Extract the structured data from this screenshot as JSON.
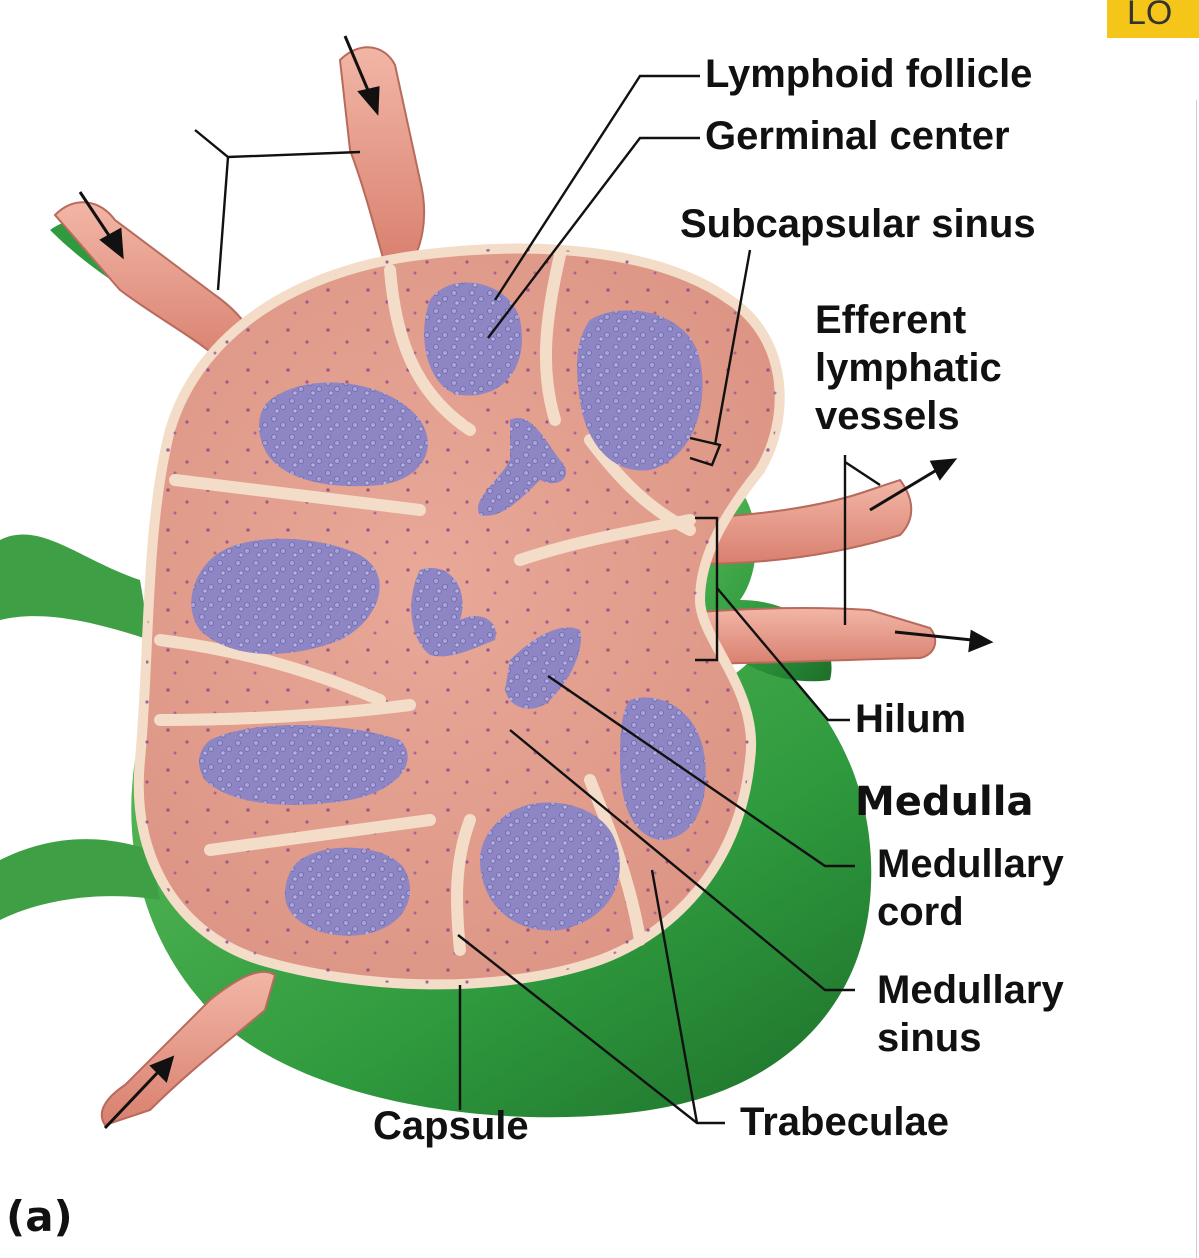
{
  "corner_tag": "LO",
  "panel_tag": "(a)",
  "labels": {
    "lymphoid_follicle": "Lymphoid follicle",
    "germinal_center": "Germinal center",
    "subcapsular_sinus": "Subcapsular sinus",
    "efferent_lymphatic_vessels": "Efferent lymphatic vessels",
    "hilum": "Hilum",
    "medulla": "Medulla",
    "medullary_cord": "Medullary cord",
    "medullary_sinus": "Medullary sinus",
    "capsule": "Capsule",
    "trabeculae": "Trabeculae"
  },
  "colors": {
    "capsule_green": "#2f9a3e",
    "tissue_pink": "#e9a999",
    "trabecula_cream": "#f3ddc8",
    "follicle_purple": "#8e86c4",
    "vessel_salmon": "#e49484"
  }
}
